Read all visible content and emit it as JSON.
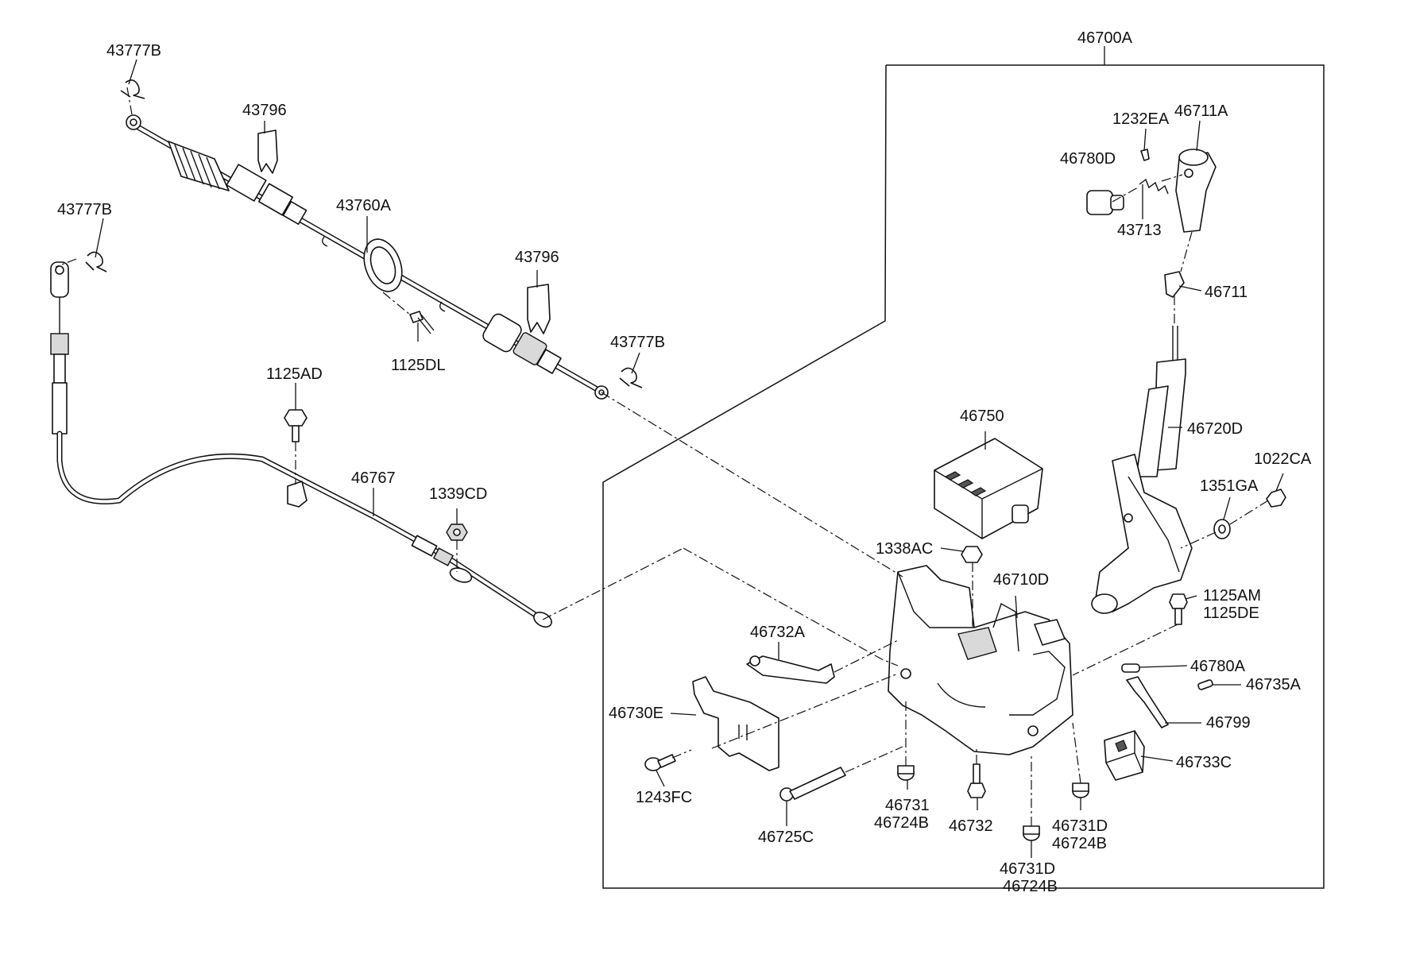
{
  "labels": {
    "p43777B_top": "43777B",
    "p43796_top": "43796",
    "p43777B_left": "43777B",
    "p43760A": "43760A",
    "p43796_mid": "43796",
    "p43777B_mid": "43777B",
    "p1125DL": "1125DL",
    "p1125AD": "1125AD",
    "p46767": "46767",
    "p1339CD": "1339CD",
    "p46700A": "46700A",
    "p1232EA": "1232EA",
    "p46711A": "46711A",
    "p46780D": "46780D",
    "p43713": "43713",
    "p46711": "46711",
    "p46720D": "46720D",
    "p46750": "46750",
    "p1022CA": "1022CA",
    "p1351GA": "1351GA",
    "p1338AC": "1338AC",
    "p46710D": "46710D",
    "p1125AM": "1125AM",
    "p1125DE": "1125DE",
    "p46732A": "46732A",
    "p46780A": "46780A",
    "p46735A": "46735A",
    "p46730E": "46730E",
    "p46799": "46799",
    "p46733C": "46733C",
    "p1243FC": "1243FC",
    "p46731": "46731",
    "p46724B_a": "46724B",
    "p46732": "46732",
    "p46731D_a": "46731D",
    "p46724B_b": "46724B",
    "p46725C": "46725C",
    "p46731D_b": "46731D",
    "p46724B_c": "46724B"
  }
}
